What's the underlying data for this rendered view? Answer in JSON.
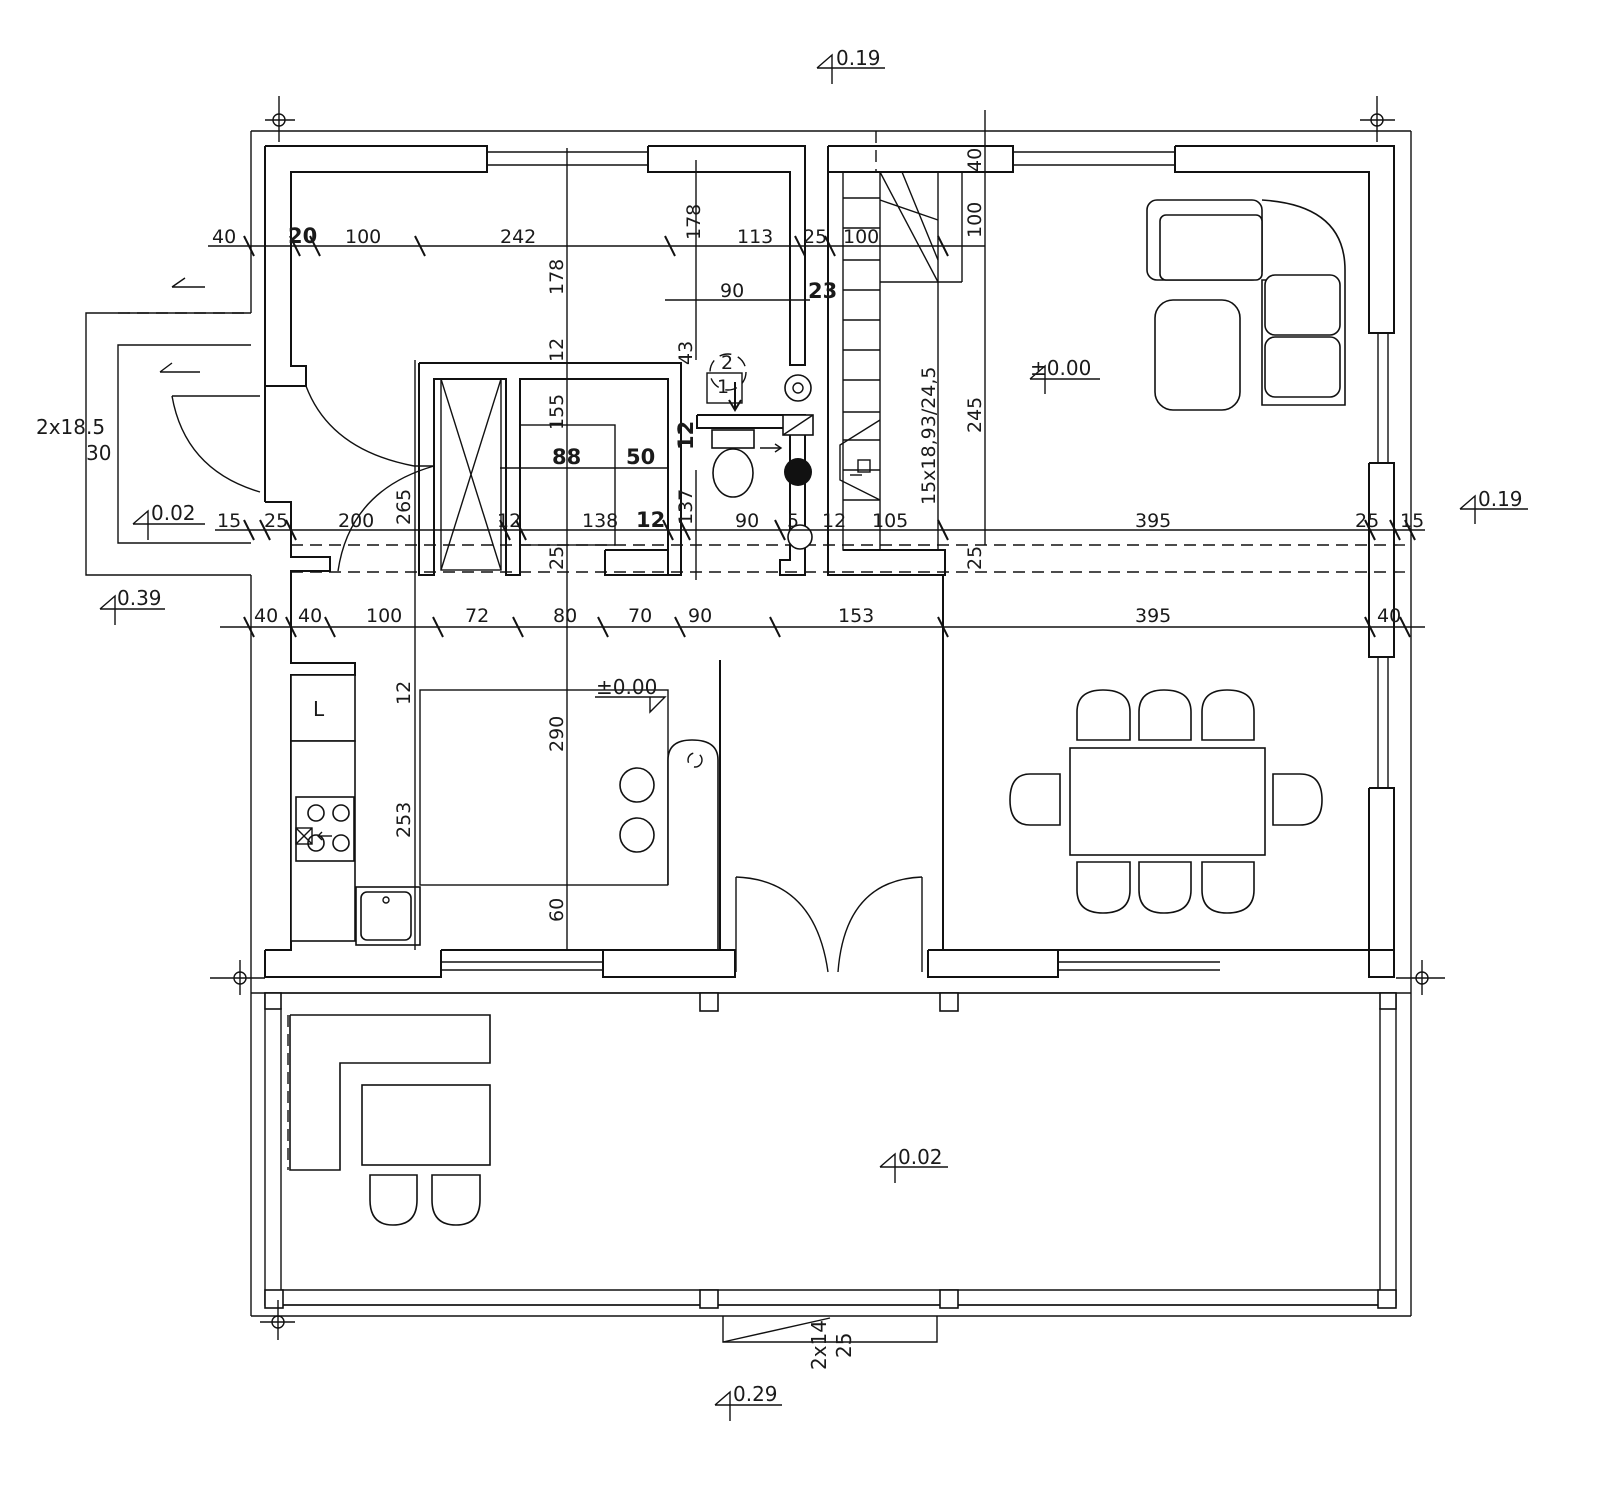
{
  "levels": {
    "top": "0.19",
    "right": "0.19",
    "entrance_step": "0.02",
    "entrance_ground": "0.39",
    "room_right_upper": "±0.00",
    "room_center": "±0.00",
    "terrace": "0.02",
    "bottom": "0.29"
  },
  "stair_label": "15x18,93/24,5",
  "entrance_stair": {
    "steps": "2x18.5",
    "depth": "30"
  },
  "terrace_stair": {
    "steps": "2x14",
    "depth": "25"
  },
  "wc_labels": {
    "one": "1",
    "two": "2"
  },
  "kitchen_cabinet_label": "L",
  "dims": {
    "row1": [
      "40",
      "20",
      "100",
      "242",
      "113",
      "25",
      "100"
    ],
    "row1_vert": [
      "178",
      "178",
      "40",
      "100"
    ],
    "row2": [
      "90",
      "23"
    ],
    "row3_vert": [
      "12",
      "155",
      "43",
      "12",
      "245",
      "265",
      "137"
    ],
    "row3": [
      "88",
      "50"
    ],
    "row4": [
      "15",
      "25",
      "200",
      "12",
      "138",
      "12",
      "90",
      "5",
      "12",
      "105",
      "395",
      "25",
      "15"
    ],
    "row4_vert": [
      "25",
      "25"
    ],
    "row5": [
      "40",
      "40",
      "100",
      "72",
      "80",
      "70",
      "90",
      "153",
      "395",
      "40"
    ],
    "row5_vert": [
      "12",
      "290",
      "253",
      "60"
    ]
  }
}
